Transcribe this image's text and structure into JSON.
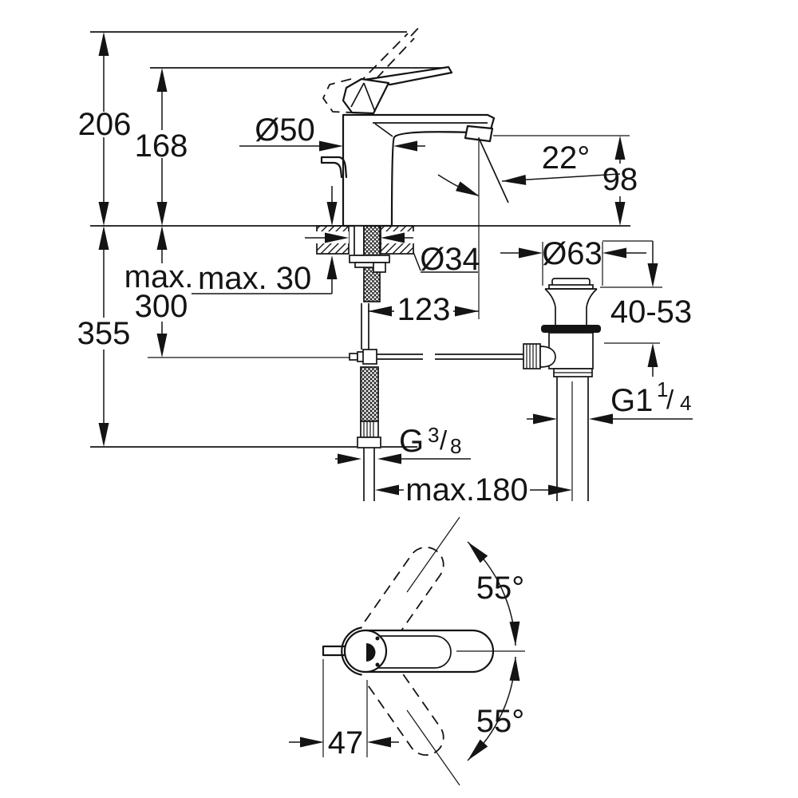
{
  "drawing": {
    "type": "technical-dimension-drawing",
    "subject": "single-lever basin mixer faucet with pop-up waste",
    "colors": {
      "line": "#141414",
      "background": "#ffffff"
    }
  },
  "labels": {
    "overall_height": "206",
    "height_to_spout": "168",
    "total_depth": "355",
    "hose_max_a": "max.",
    "hose_max_b": "300",
    "deck_thickness": "max. 30",
    "base_diameter": "Ø50",
    "hole_diameter": "Ø34",
    "waste_diameter": "Ø63",
    "spout_reach": "123",
    "outlet_height": "98",
    "stream_angle": "22°",
    "clamping_range": "40-53",
    "waste_thread": {
      "base": "G1",
      "numerator": "1",
      "slash": "/",
      "denominator": "4"
    },
    "supply_thread": {
      "base": "G",
      "numerator": "3",
      "slash": "/",
      "denominator": "8"
    },
    "center_distance": "max.180",
    "swivel_upper": "55°",
    "swivel_lower": "55°",
    "lever_offset": "47"
  }
}
